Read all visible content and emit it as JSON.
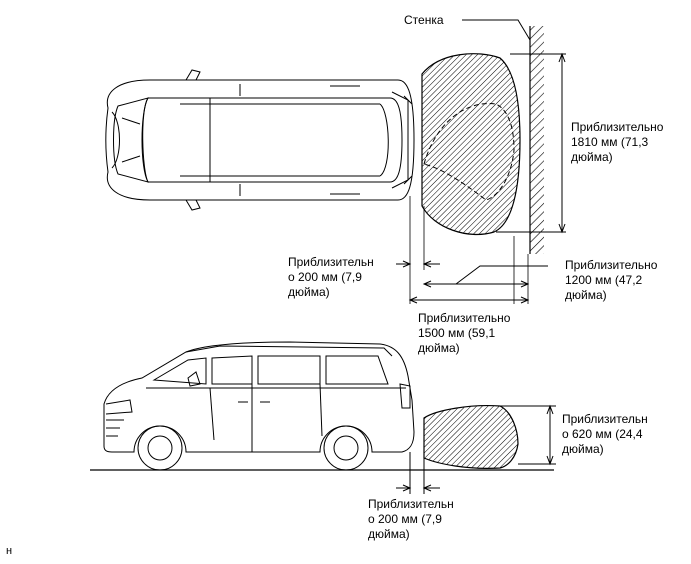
{
  "labels": {
    "wall": "Стенка",
    "width_top": "Приблизительно\n1810 мм (71,3\nдюйма)",
    "offset_top": "Приблизительн\nо 200 мм (7,9\nдюйма)",
    "length_1200": "Приблизительно\n1200 мм (47,2\nдюйма)",
    "length_1500": "Приблизительно\n1500 мм (59,1\nдюйма)",
    "height_620": "Приблизительн\nо 620 мм (24,4\nдюйма)",
    "offset_bottom": "Приблизительн\nо 200 мм (7,9\nдюйма)",
    "corner_mark": "н"
  },
  "colors": {
    "ink": "#000000",
    "background": "#ffffff",
    "hatch": "#000000"
  }
}
